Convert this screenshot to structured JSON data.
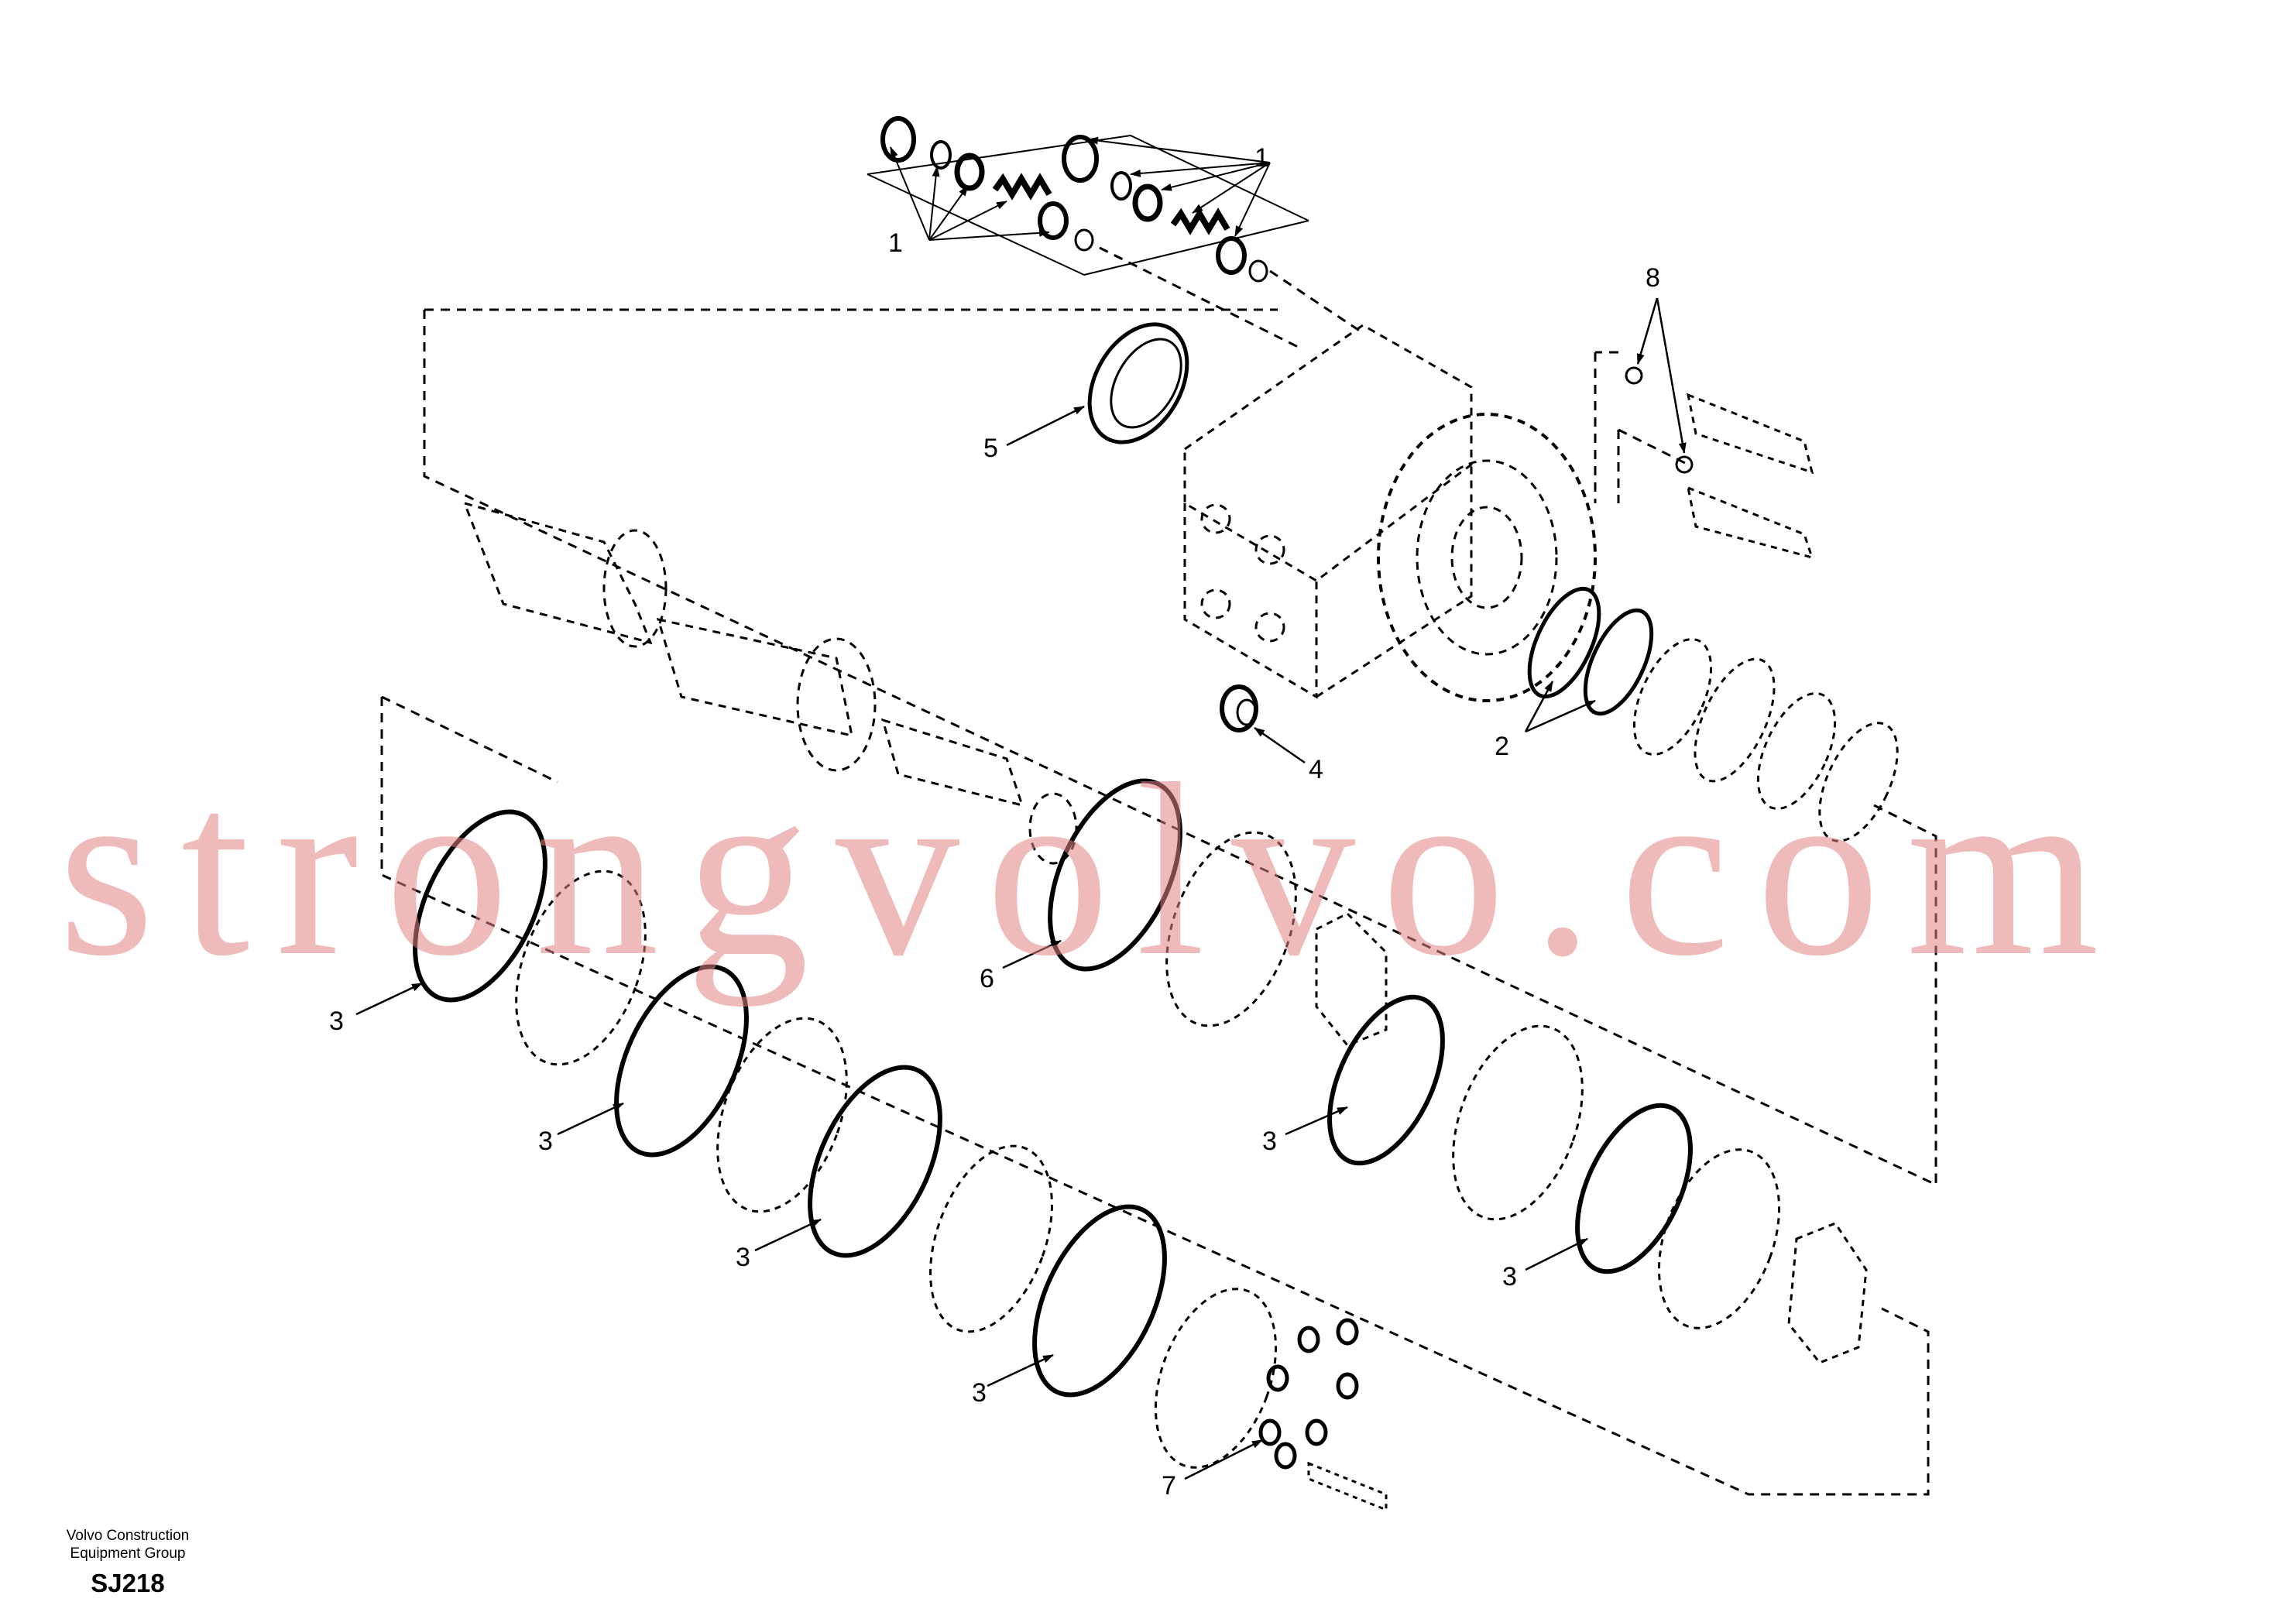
{
  "footer": {
    "company_line1": "Volvo Construction",
    "company_line2": "Equipment Group",
    "diagram_code": "SJ218"
  },
  "watermark": "strongvolvo.com",
  "callouts": {
    "c1a": "1",
    "c1b": "1",
    "c2": "2",
    "c3a": "3",
    "c3b": "3",
    "c3c": "3",
    "c3d": "3",
    "c3e": "3",
    "c3f": "3",
    "c4": "4",
    "c5": "5",
    "c6": "6",
    "c7": "7",
    "c8": "8"
  }
}
